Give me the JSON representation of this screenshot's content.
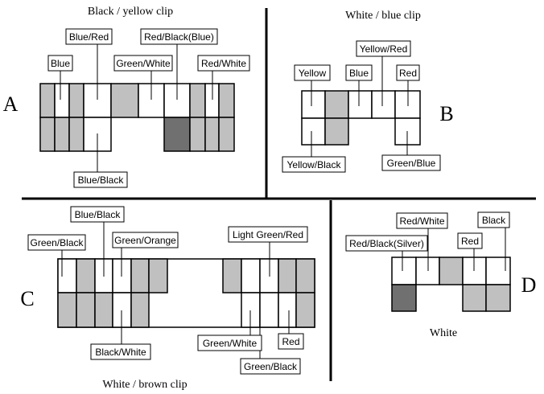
{
  "colors": {
    "empty": "#ffffff",
    "grey": "#c0c0c0",
    "dark": "#707070",
    "outline": "#000000"
  },
  "connectors": {
    "A": {
      "letter": "A",
      "caption": "Black / yellow clip",
      "labels": {
        "blue": "Blue",
        "blue_red": "Blue/Red",
        "green_white": "Green/White",
        "red_black_blue": "Red/Black(Blue)",
        "red_white": "Red/White",
        "blue_black": "Blue/Black"
      }
    },
    "B": {
      "letter": "B",
      "caption": "White / blue clip",
      "labels": {
        "yellow": "Yellow",
        "blue": "Blue",
        "yellow_red": "Yellow/Red",
        "red": "Red",
        "yellow_black": "Yellow/Black",
        "green_blue": "Green/Blue"
      }
    },
    "C": {
      "letter": "C",
      "caption": "White / brown clip",
      "labels": {
        "green_black_top": "Green/Black",
        "blue_black": "Blue/Black",
        "green_orange": "Green/Orange",
        "light_green_red": "Light Green/Red",
        "black_white": "Black/White",
        "green_white": "Green/White",
        "green_black_bottom": "Green/Black",
        "red": "Red"
      }
    },
    "D": {
      "letter": "D",
      "caption": "White",
      "labels": {
        "red_white": "Red/White",
        "black": "Black",
        "red_black_silver": "Red/Black(Silver)",
        "red": "Red"
      }
    }
  }
}
